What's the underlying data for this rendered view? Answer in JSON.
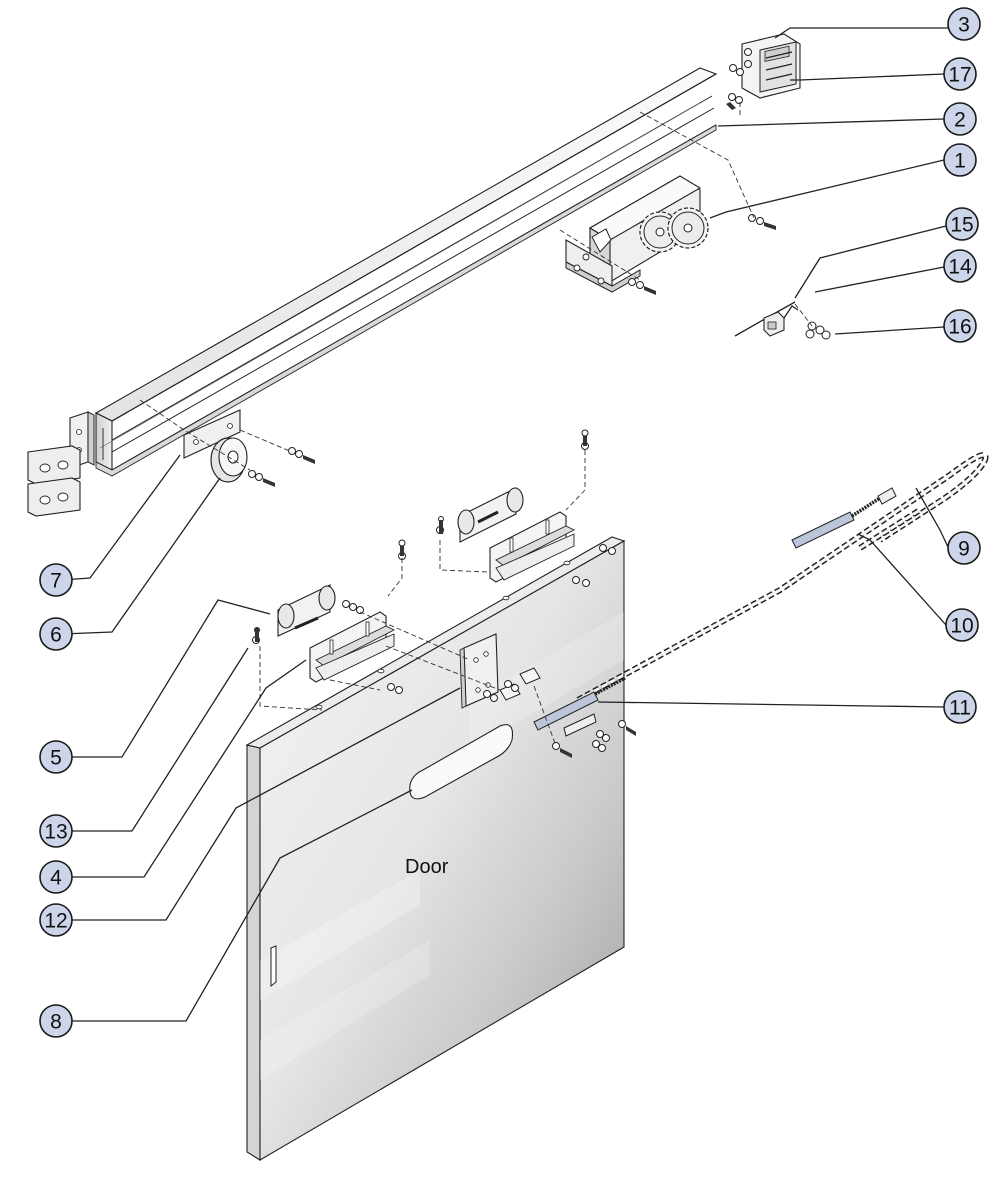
{
  "door_label": "Door",
  "callouts": [
    {
      "id": "3",
      "label": "3"
    },
    {
      "id": "17",
      "label": "17"
    },
    {
      "id": "2",
      "label": "2"
    },
    {
      "id": "1",
      "label": "1"
    },
    {
      "id": "15",
      "label": "15"
    },
    {
      "id": "14",
      "label": "14"
    },
    {
      "id": "16",
      "label": "16"
    },
    {
      "id": "9",
      "label": "9"
    },
    {
      "id": "10",
      "label": "10"
    },
    {
      "id": "11",
      "label": "11"
    },
    {
      "id": "7",
      "label": "7"
    },
    {
      "id": "6",
      "label": "6"
    },
    {
      "id": "5",
      "label": "5"
    },
    {
      "id": "13",
      "label": "13"
    },
    {
      "id": "4",
      "label": "4"
    },
    {
      "id": "12",
      "label": "12"
    },
    {
      "id": "8",
      "label": "8"
    }
  ],
  "colors": {
    "callout_fill": "#cdd5ea",
    "line": "#222222",
    "door_light": "#f2f2f2",
    "door_dark": "#b8b8b8"
  }
}
